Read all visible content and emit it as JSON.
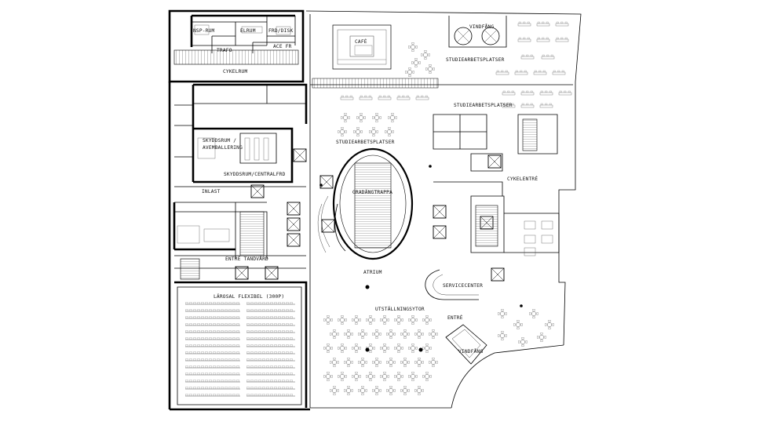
{
  "plan": {
    "rooms": [
      {
        "id": "nsp-rum",
        "text": "NSP-RUM"
      },
      {
        "id": "elrum",
        "text": "ELRUM"
      },
      {
        "id": "frd-disk",
        "text": "FRD/DISK"
      },
      {
        "id": "trafo",
        "text": "TRAFO"
      },
      {
        "id": "ac-fr",
        "text": "ACE FR"
      },
      {
        "id": "cafe",
        "text": "CAFÉ"
      },
      {
        "id": "vindfang-top",
        "text": "VINDFÅNG"
      },
      {
        "id": "studie-top",
        "text": "STUDIEARBETSPLATSER"
      },
      {
        "id": "cykelrum",
        "text": "CYKELRUM"
      },
      {
        "id": "studie-right",
        "text": "STUDIEARBETSPLATSER"
      },
      {
        "id": "skydd1",
        "text": "SKYDDSRUM /"
      },
      {
        "id": "skydd1b",
        "text": "AVEMBALLERING"
      },
      {
        "id": "skydd2",
        "text": "SKYDDSRUM/CENTRALFRD"
      },
      {
        "id": "studie-center",
        "text": "STUDIEARBETSPLATSER"
      },
      {
        "id": "cykelentre",
        "text": "CYKELENTRÉ"
      },
      {
        "id": "gradangtrappa",
        "text": "GRADÄNGTRAPPA"
      },
      {
        "id": "inlast",
        "text": "INLAST"
      },
      {
        "id": "entre-tandvard",
        "text": "ENTRÉ TANDVÅRD"
      },
      {
        "id": "atrium",
        "text": "ATRIUM"
      },
      {
        "id": "servicecenter",
        "text": "SERVICECENTER"
      },
      {
        "id": "larosal",
        "text": "LÄROSAL FLEXIBEL (300P)"
      },
      {
        "id": "utstallning",
        "text": "UTSTÄLLNINGSYTOR"
      },
      {
        "id": "entre",
        "text": "ENTRÉ"
      },
      {
        "id": "vindfang-bottom",
        "text": "VINDFÅNG"
      }
    ]
  }
}
